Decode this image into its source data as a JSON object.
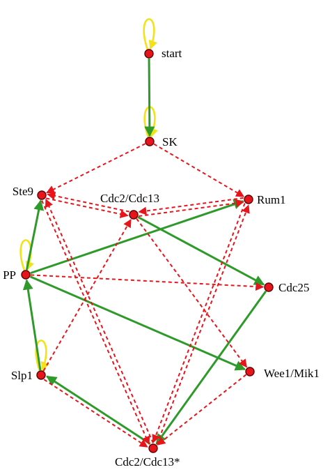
{
  "nodes": [
    {
      "id": "start",
      "label": "start"
    },
    {
      "id": "SK",
      "label": "SK"
    },
    {
      "id": "Ste9",
      "label": "Ste9"
    },
    {
      "id": "Cdc2_Cdc13",
      "label": "Cdc2/Cdc13"
    },
    {
      "id": "Rum1",
      "label": "Rum1"
    },
    {
      "id": "PP",
      "label": "PP"
    },
    {
      "id": "Cdc25",
      "label": "Cdc25"
    },
    {
      "id": "Slp1",
      "label": "Slp1"
    },
    {
      "id": "Wee1_Mik1",
      "label": "Wee1/Mik1"
    },
    {
      "id": "Cdc2_Cdc13_star",
      "label": "Cdc2/Cdc13*"
    }
  ],
  "edges": [
    {
      "from": "start",
      "to": "SK",
      "kind": "activate"
    },
    {
      "from": "PP",
      "to": "Ste9",
      "kind": "activate"
    },
    {
      "from": "Slp1",
      "to": "PP",
      "kind": "activate"
    },
    {
      "from": "PP",
      "to": "Rum1",
      "kind": "activate"
    },
    {
      "from": "PP",
      "to": "Wee1_Mik1",
      "kind": "activate"
    },
    {
      "from": "Cdc2_Cdc13",
      "to": "Cdc25",
      "kind": "activate"
    },
    {
      "from": "Cdc25",
      "to": "Cdc2_Cdc13_star",
      "kind": "activate"
    },
    {
      "from": "Cdc2_Cdc13_star",
      "to": "Slp1",
      "kind": "activate"
    },
    {
      "from": "SK",
      "to": "Ste9",
      "kind": "inhibit"
    },
    {
      "from": "SK",
      "to": "Rum1",
      "kind": "inhibit"
    },
    {
      "from": "Cdc2_Cdc13",
      "to": "Ste9",
      "kind": "inhibit"
    },
    {
      "from": "Ste9",
      "to": "Cdc2_Cdc13",
      "kind": "inhibit"
    },
    {
      "from": "Rum1",
      "to": "Cdc2_Cdc13",
      "kind": "inhibit"
    },
    {
      "from": "Cdc2_Cdc13",
      "to": "Rum1",
      "kind": "inhibit"
    },
    {
      "from": "Ste9",
      "to": "Cdc2_Cdc13_star",
      "kind": "inhibit"
    },
    {
      "from": "Cdc2_Cdc13_star",
      "to": "Ste9",
      "kind": "inhibit"
    },
    {
      "from": "Rum1",
      "to": "Cdc2_Cdc13_star",
      "kind": "inhibit"
    },
    {
      "from": "Cdc2_Cdc13_star",
      "to": "Rum1",
      "kind": "inhibit"
    },
    {
      "from": "Slp1",
      "to": "Cdc2_Cdc13",
      "kind": "inhibit"
    },
    {
      "from": "Slp1",
      "to": "Cdc2_Cdc13_star",
      "kind": "inhibit"
    },
    {
      "from": "PP",
      "to": "Cdc25",
      "kind": "inhibit"
    },
    {
      "from": "Cdc2_Cdc13",
      "to": "Wee1_Mik1",
      "kind": "inhibit"
    },
    {
      "from": "Wee1_Mik1",
      "to": "Cdc2_Cdc13_star",
      "kind": "inhibit"
    }
  ],
  "self_loops": [
    "start",
    "SK",
    "PP",
    "Slp1"
  ],
  "colors": {
    "node_fill": "#e8141b",
    "activate": "#2e9a2a",
    "inhibit": "#e8141b",
    "self_loop": "#f2e21a"
  }
}
